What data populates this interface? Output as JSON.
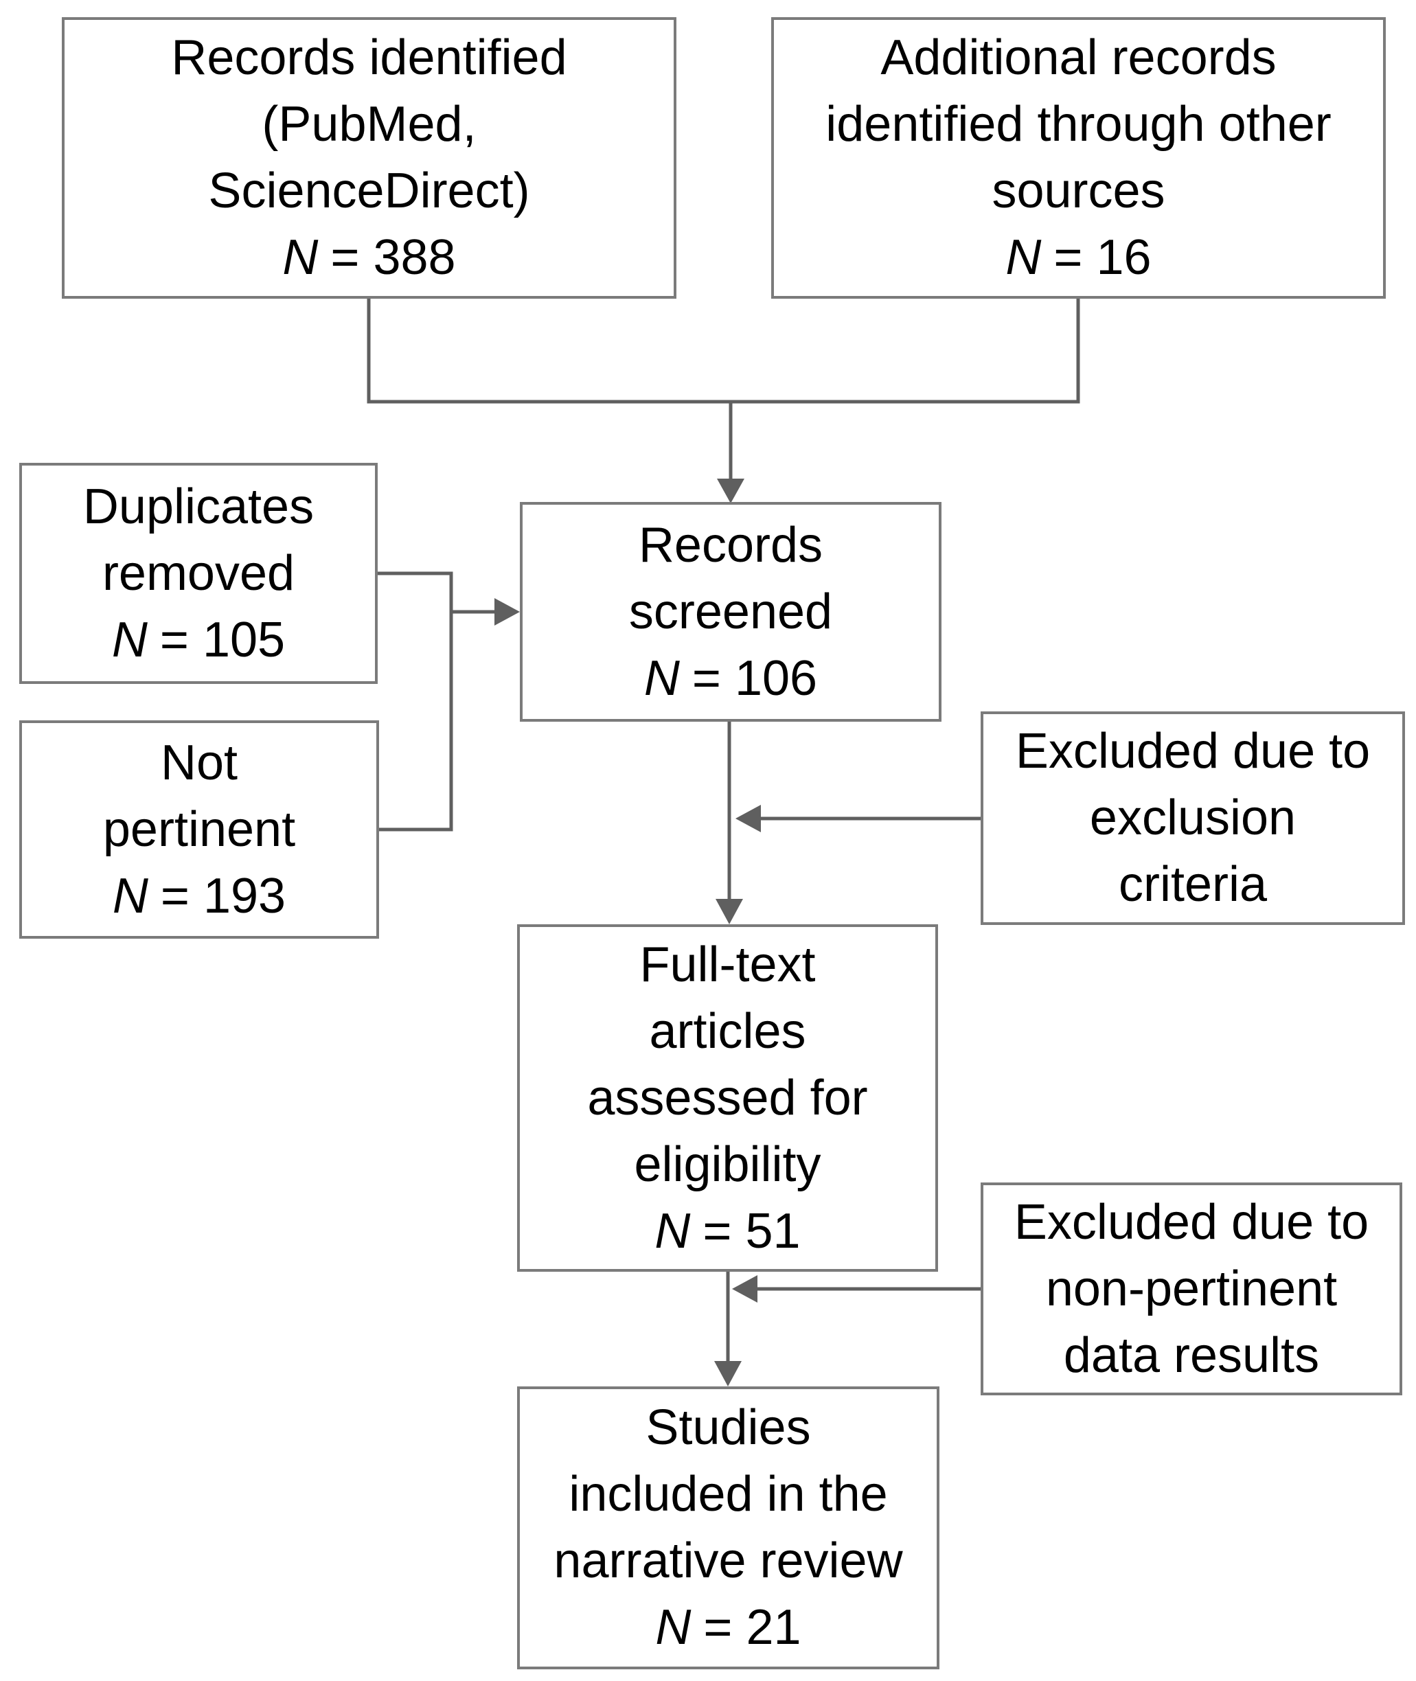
{
  "figure": {
    "type": "prisma-flowchart",
    "boxes": {
      "records_identified": {
        "lines": [
          "Records identified",
          "(PubMed,",
          "ScienceDirect)"
        ],
        "n_symbol": "N",
        "n_value": "= 388"
      },
      "additional_records": {
        "lines": [
          "Additional records",
          "identified through other",
          "sources"
        ],
        "n_symbol": "N",
        "n_value": "= 16"
      },
      "duplicates_removed": {
        "lines": [
          "Duplicates",
          "removed"
        ],
        "n_symbol": "N",
        "n_value": "= 105"
      },
      "not_pertinent": {
        "lines": [
          "Not",
          "pertinent"
        ],
        "n_symbol": "N",
        "n_value": "= 193"
      },
      "records_screened": {
        "lines": [
          "Records",
          "screened"
        ],
        "n_symbol": "N",
        "n_value": "= 106"
      },
      "excluded_exclusion_criteria": {
        "lines": [
          "Excluded due to",
          "exclusion",
          "criteria"
        ]
      },
      "full_text_assessed": {
        "lines": [
          "Full-text",
          "articles",
          "assessed for",
          "eligibility"
        ],
        "n_symbol": "N",
        "n_value": "= 51"
      },
      "excluded_non_pertinent": {
        "lines": [
          "Excluded due to",
          "non-pertinent",
          "data results"
        ]
      },
      "studies_included": {
        "lines": [
          "Studies",
          "included in the",
          "narrative review"
        ],
        "n_symbol": "N",
        "n_value": "= 21"
      }
    },
    "colors": {
      "box_border": "#7b7b7b",
      "connector": "#5f5f5f",
      "text": "#000000",
      "background": "#ffffff"
    }
  }
}
